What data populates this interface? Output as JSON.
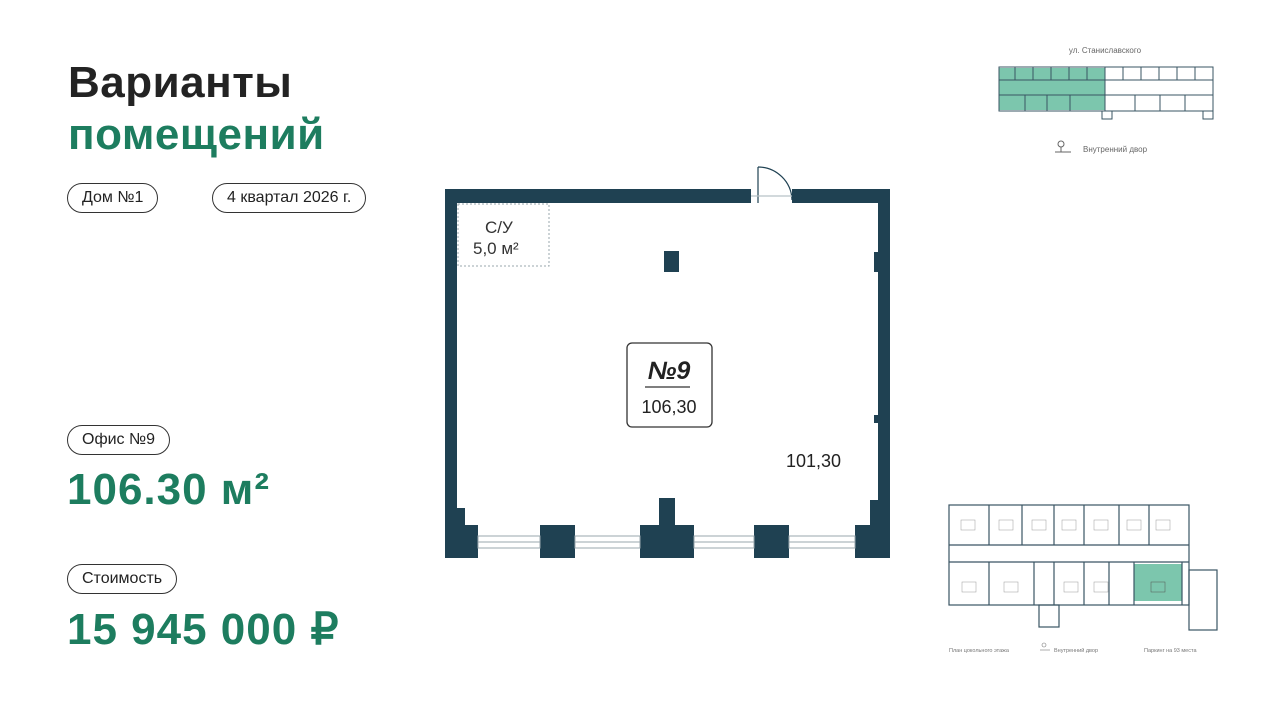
{
  "title": {
    "line1": "Варианты",
    "line2": "помещений"
  },
  "tags": {
    "house": "Дом №1",
    "deadline": "4 квартал 2026 г."
  },
  "office": {
    "label": "Офис №9",
    "area": "106.30 м²"
  },
  "price": {
    "label": "Стоимость",
    "value": "15 945 000 ₽"
  },
  "plan": {
    "room_number": "№9",
    "room_area": "106,30",
    "main_area": "101,30",
    "bathroom_label": "С/У",
    "bathroom_area": "5,0 м²"
  },
  "site_plan": {
    "street": "ул. Станиславского",
    "courtyard": "Внутренний двор"
  },
  "floor_plan": {
    "floor_caption": "План цокольного этажа",
    "courtyard": "Внутренний двор",
    "parking": "Паркинг на 93 места"
  },
  "colors": {
    "accent_green": "#1d7d5f",
    "wall": "#1f4152",
    "highlight": "#7cc6ad"
  }
}
